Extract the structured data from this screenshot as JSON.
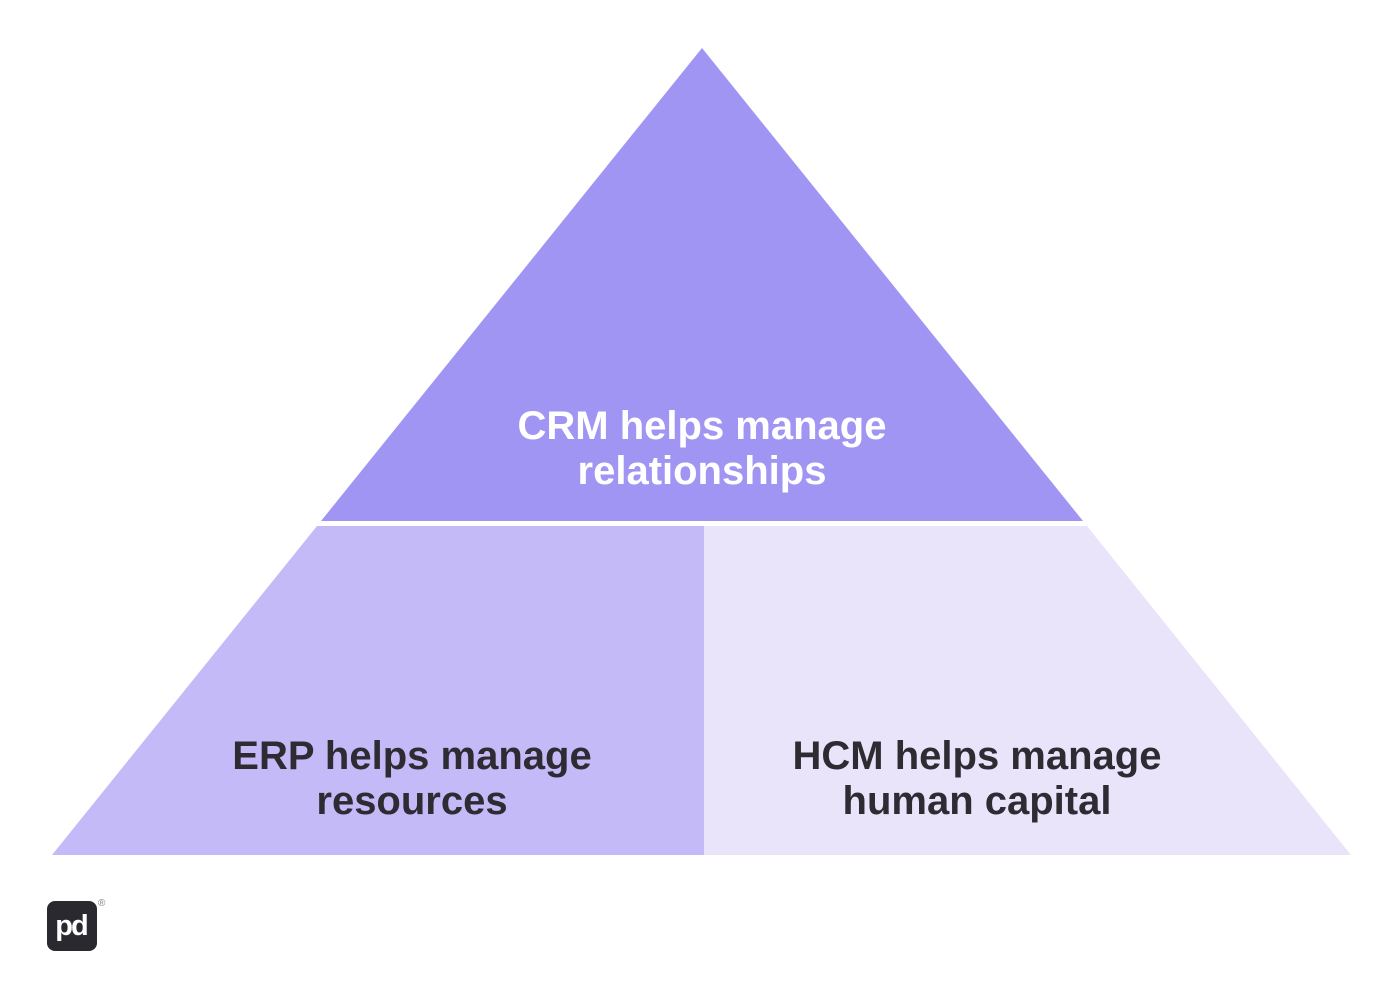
{
  "diagram": {
    "type": "pyramid",
    "sections": [
      {
        "id": "crm",
        "lines": [
          "CRM helps manage",
          "relationships"
        ],
        "fill": "#a195f4",
        "text_color": "#ffffff"
      },
      {
        "id": "erp",
        "lines": [
          "ERP helps manage",
          "resources"
        ],
        "fill": "#c5baf8",
        "text_color": "#2e2b33"
      },
      {
        "id": "hcm",
        "lines": [
          "HCM helps manage",
          "human capital"
        ],
        "fill": "#eae4fb",
        "text_color": "#2e2b33"
      }
    ]
  },
  "logo": {
    "monogram": "pd",
    "registered_mark": "®",
    "background_color": "#2b2930"
  },
  "colors": {
    "background": "#ffffff",
    "top_section": "#a195f4",
    "left_section": "#c5baf8",
    "right_section": "#eae4fb",
    "dark_text": "#2e2b33",
    "light_text": "#ffffff"
  }
}
